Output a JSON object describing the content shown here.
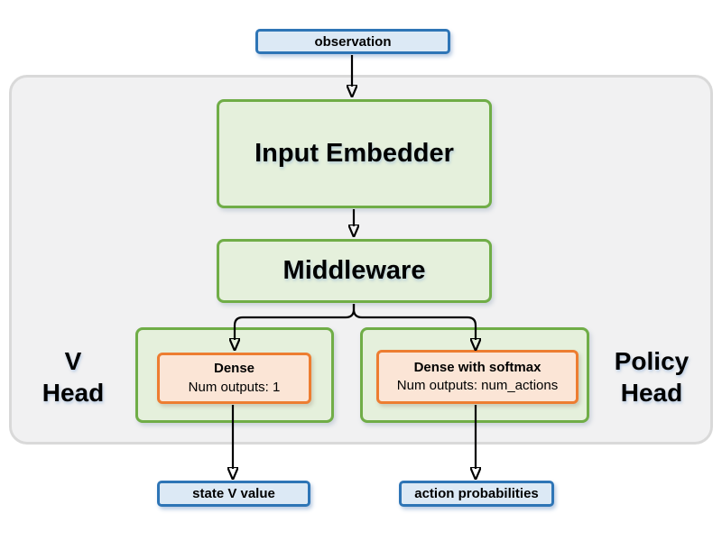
{
  "nodes": {
    "observation": {
      "label": "observation"
    },
    "input_embedder": {
      "label": "Input Embedder"
    },
    "middleware": {
      "label": "Middleware"
    },
    "v_head": {
      "line1": "V",
      "line2": "Head",
      "dense_title": "Dense",
      "dense_subtitle": "Num outputs: 1"
    },
    "policy_head": {
      "line1": "Policy",
      "line2": "Head",
      "dense_title": "Dense with softmax",
      "dense_subtitle": "Num outputs: num_actions"
    },
    "state_v_value": {
      "label": "state V value"
    },
    "action_probabilities": {
      "label": "action probabilities"
    }
  },
  "colors": {
    "blue_border": "#2e75b6",
    "blue_fill": "#dce9f5",
    "green_border": "#70ad47",
    "green_fill": "#e5f0dc",
    "orange_border": "#ed7d31",
    "orange_fill": "#fbe5d6",
    "gray_fill": "#f1f1f2",
    "gray_border": "#d9d9d9",
    "arrow": "#000000",
    "text": "#000000"
  }
}
